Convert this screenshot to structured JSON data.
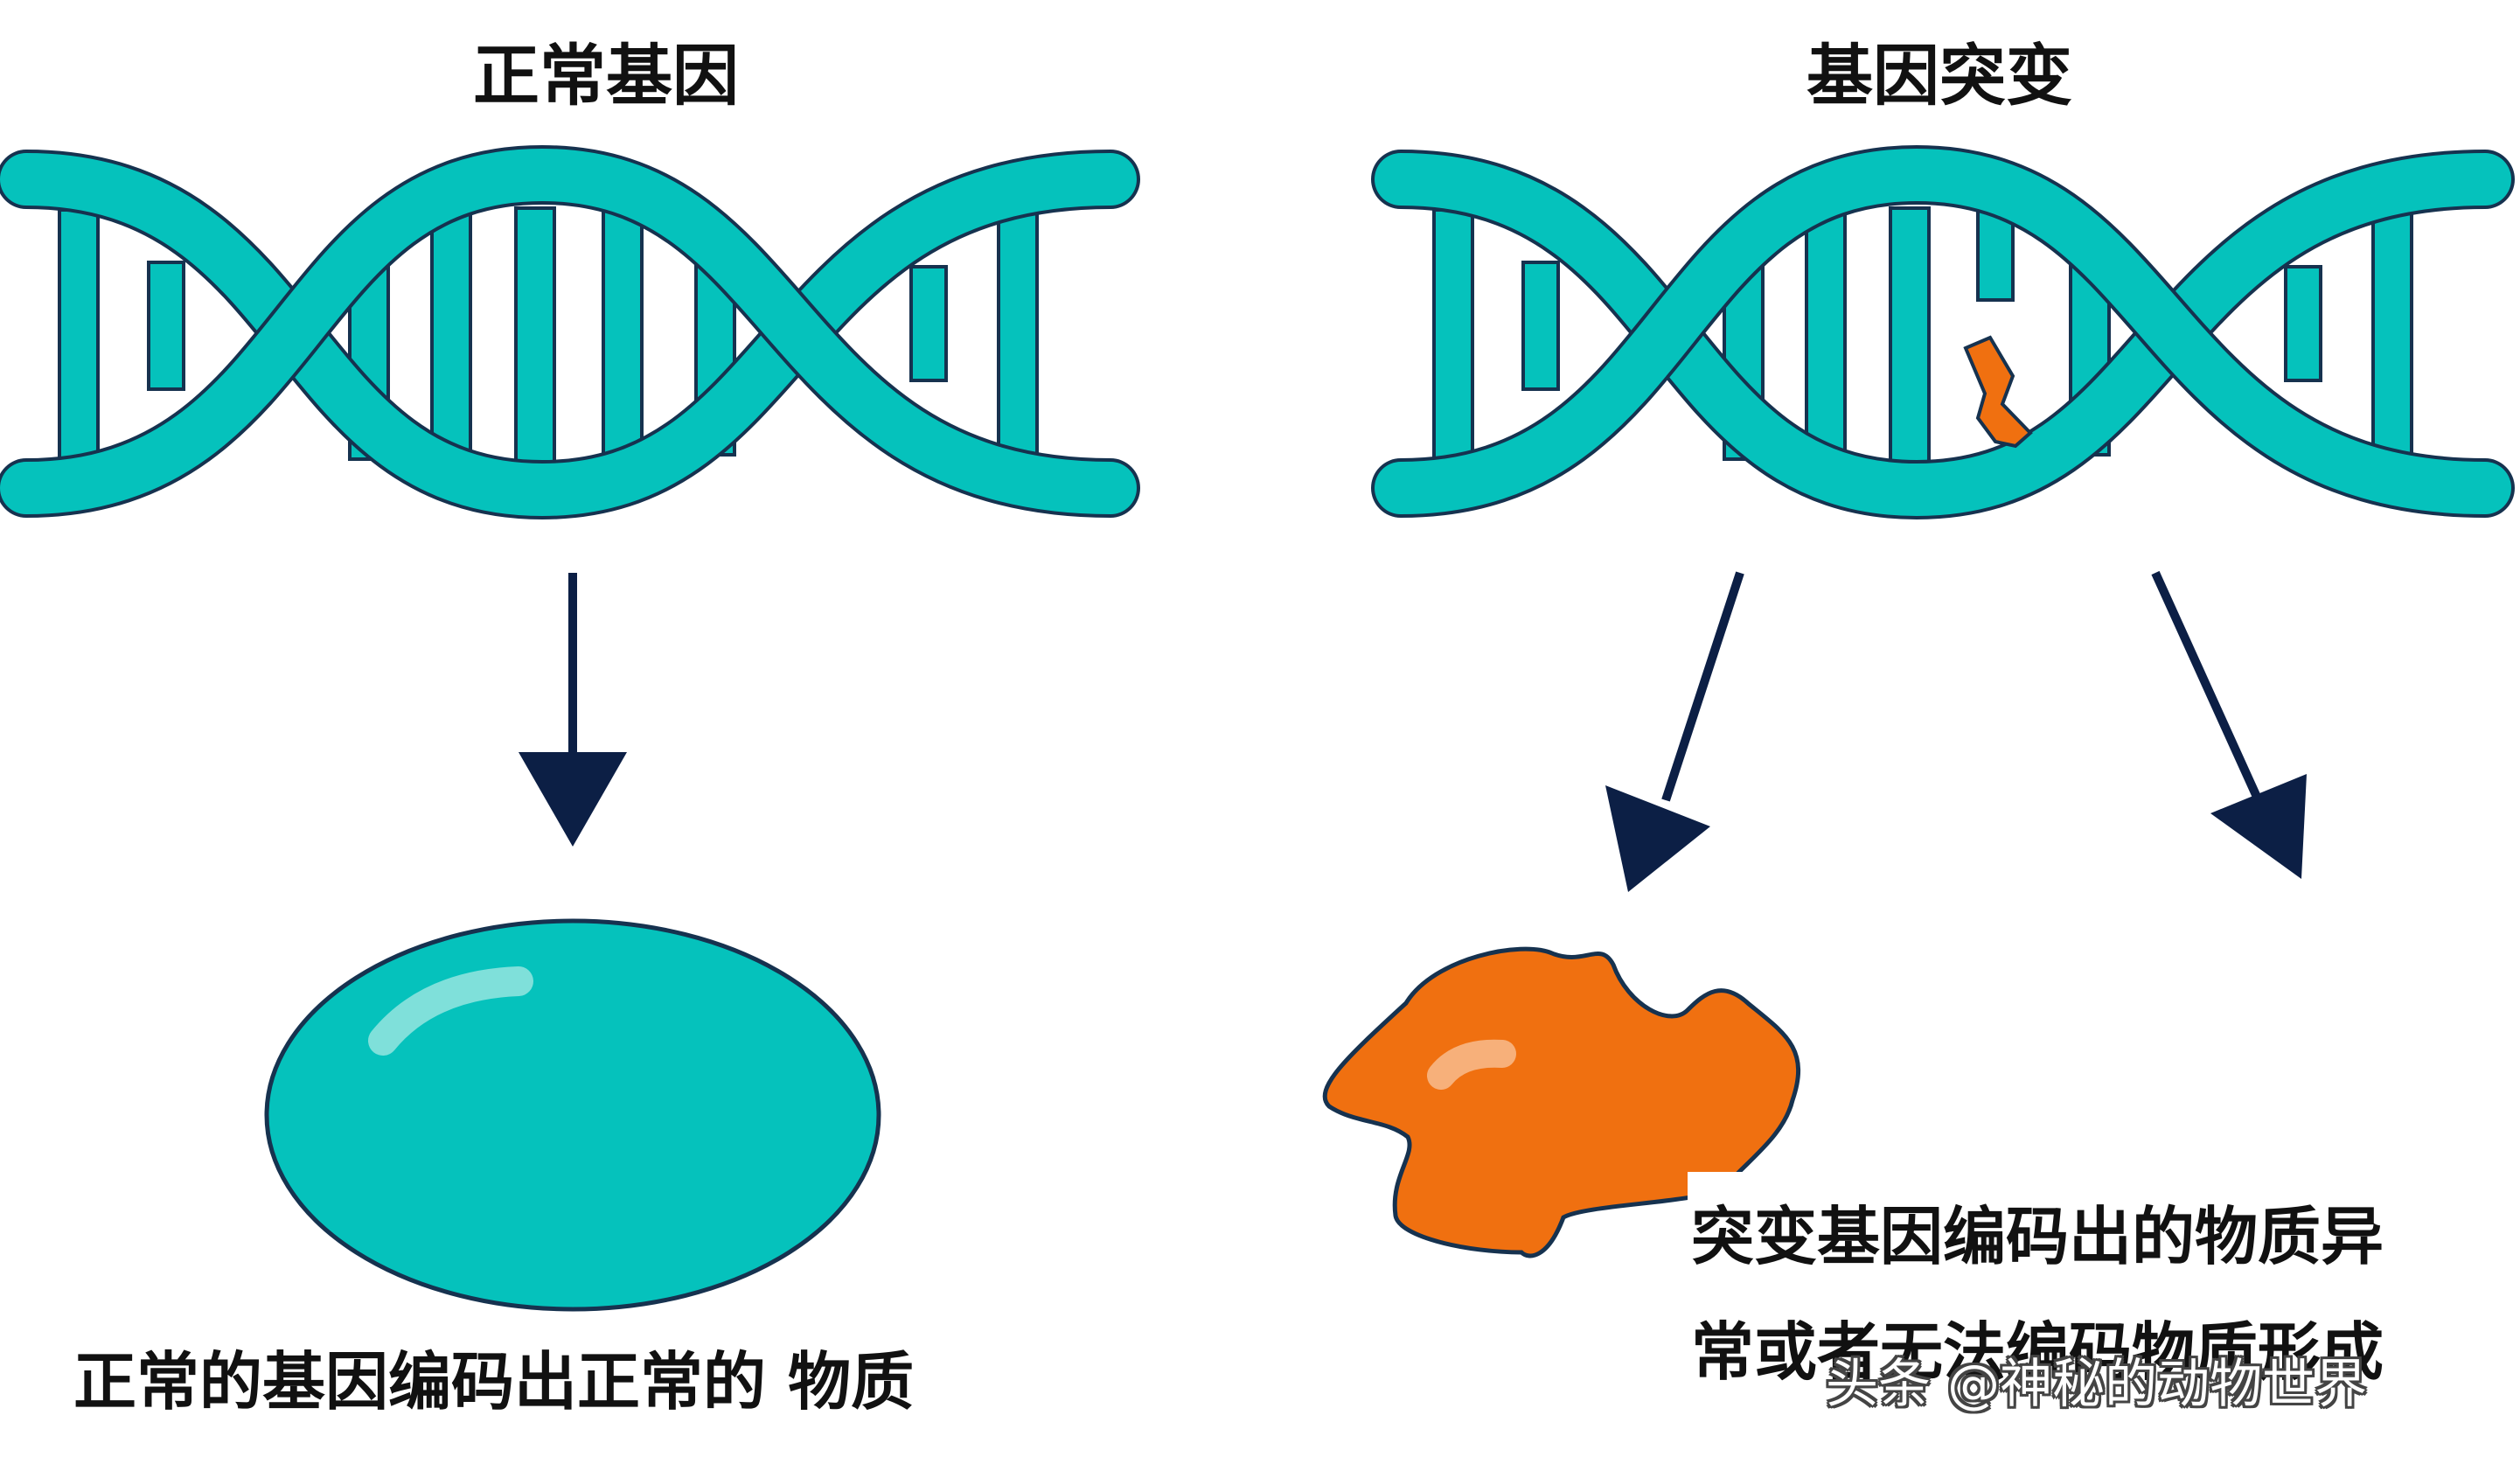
{
  "colors": {
    "teal": "#05c2bc",
    "outline": "#16324f",
    "arrow": "#0c1f45",
    "mutation_orange": "#f07010",
    "background": "#ffffff"
  },
  "left_panel": {
    "title": "正常基因",
    "caption": "正常的基因编码出正常的 物质"
  },
  "right_panel": {
    "title": "基因突变",
    "caption_line1": "突变基因编码出的物质异",
    "caption_line2": "常或者无法编码物质形成"
  },
  "watermark": "头条 @神秘的动物世界"
}
